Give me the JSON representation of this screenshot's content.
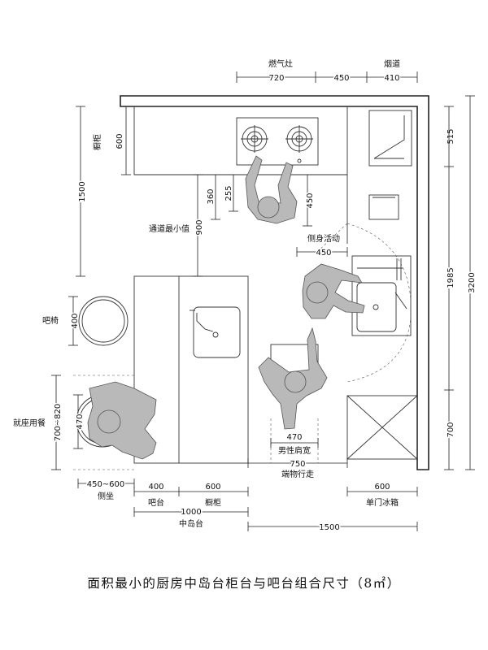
{
  "labels": {
    "stove": "燃气灶",
    "flue": "烟道",
    "cabinet": "橱柜",
    "aisle_min": "通道最小值",
    "side_move": "侧身活动",
    "bar_chair": "吧椅",
    "dining": "就座用餐",
    "male_shoulder": "男性肩宽",
    "end_walk": "端物行走",
    "side_seat": "侧坐",
    "bar_counter": "吧台",
    "cabinet2": "橱柜",
    "island": "中岛台",
    "fridge": "单门冰箱"
  },
  "dims": {
    "d720": "720",
    "d450_top": "450",
    "d410": "410",
    "d600_left": "600",
    "d1500_left": "1500",
    "d360": "360",
    "d255": "255",
    "d900": "900",
    "d450_mid": "450",
    "d450_side": "450",
    "d515": "515",
    "d1985": "1985",
    "d3200": "3200",
    "d700_right": "700",
    "d400_chair": "400",
    "d700_820": "700~820",
    "d470_seat": "470",
    "d470_shoulder": "470",
    "d750": "750",
    "d450_600": "450~600",
    "d400_bar": "400",
    "d600_cab": "600",
    "d1000": "1000",
    "d600_fridge": "600",
    "d1500_bottom": "1500"
  },
  "caption": "面积最小的厨房中岛台柜台与吧台组合尺寸（8㎡）"
}
